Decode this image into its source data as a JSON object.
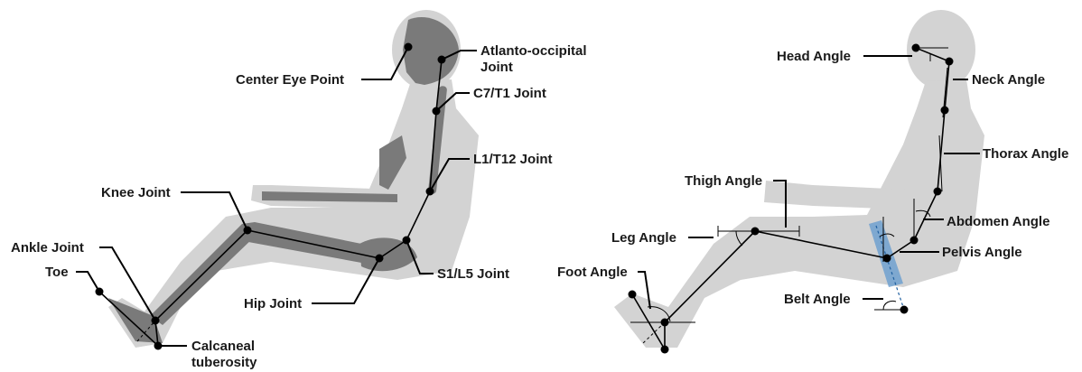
{
  "left_panel": {
    "labels": {
      "center_eye_point": "Center Eye Point",
      "atlanto_occipital_line1": "Atlanto-occipital",
      "atlanto_occipital_line2": "Joint",
      "c7_t1": "C7/T1 Joint",
      "l1_t12": "L1/T12 Joint",
      "knee": "Knee Joint",
      "ankle": "Ankle Joint",
      "toe": "Toe",
      "hip": "Hip Joint",
      "s1_l5": "S1/L5 Joint",
      "calcaneal_line1": "Calcaneal",
      "calcaneal_line2": "tuberosity"
    }
  },
  "right_panel": {
    "labels": {
      "head_angle": "Head Angle",
      "neck_angle": "Neck Angle",
      "thorax_angle": "Thorax Angle",
      "thigh_angle": "Thigh Angle",
      "abdomen_angle": "Abdomen Angle",
      "leg_angle": "Leg Angle",
      "pelvis_angle": "Pelvis Angle",
      "foot_angle": "Foot Angle",
      "belt_angle": "Belt Angle"
    },
    "belt_color": "#6fa0cf"
  }
}
